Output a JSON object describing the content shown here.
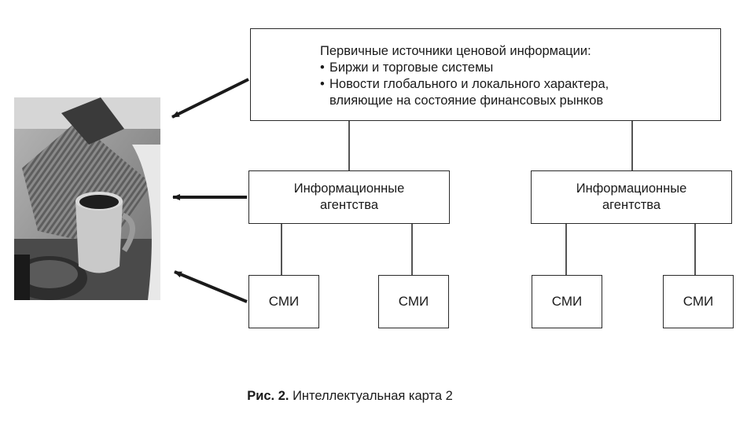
{
  "sources": {
    "heading": "Первичные источники ценовой информации:",
    "items": [
      {
        "bullet": "•",
        "text": "Биржи и торговые системы"
      },
      {
        "bullet": "•",
        "text": "Новости глобального и локального характера,",
        "continuation": "влияющие на состояние финансовых рынков"
      }
    ]
  },
  "agencies": [
    {
      "line1": "Информационные",
      "line2": "агентства"
    },
    {
      "line1": "Информационные",
      "line2": "агентства"
    }
  ],
  "media": [
    {
      "label": "СМИ"
    },
    {
      "label": "СМИ"
    },
    {
      "label": "СМИ"
    },
    {
      "label": "СМИ"
    }
  ],
  "caption": {
    "prefix": "Рис. 2.",
    "text": " Интеллектуальная карта 2"
  }
}
